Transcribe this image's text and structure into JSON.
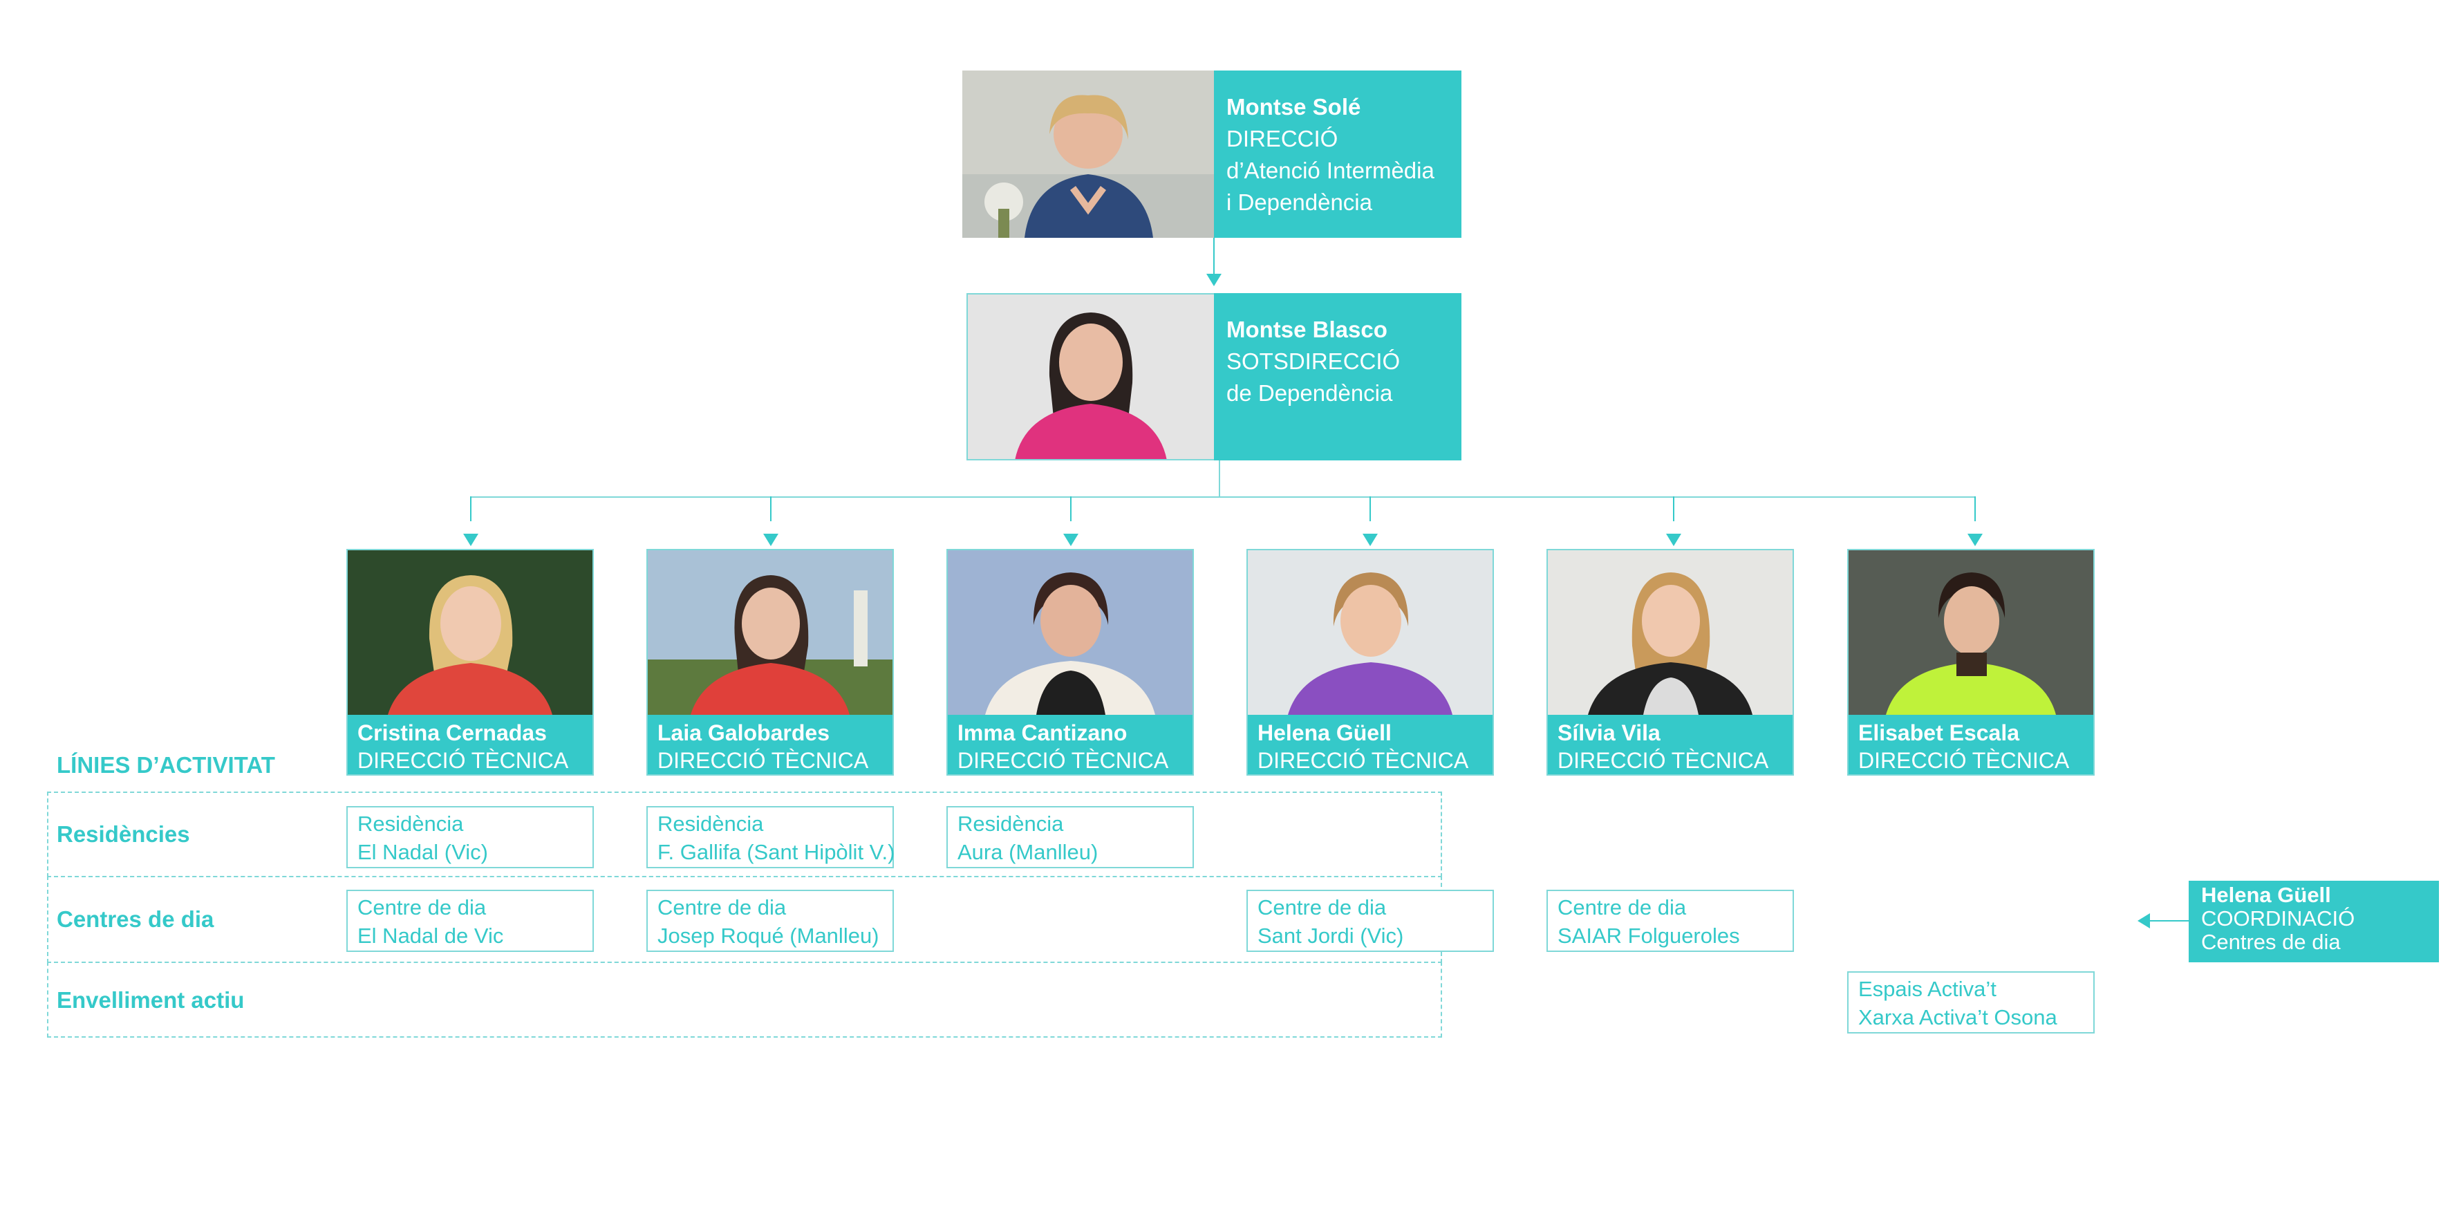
{
  "director": {
    "name": "Montse Solé",
    "role": "DIRECCIÓ",
    "line2": "d’Atenció Intermèdia",
    "line3": "i Dependència"
  },
  "subdirector": {
    "name": "Montse Blasco",
    "role": "SOTSDIRECCIÓ",
    "line2": "de Dependència"
  },
  "managers": [
    {
      "name": "Cristina Cernadas",
      "role": "DIRECCIÓ TÈCNICA"
    },
    {
      "name": "Laia Galobardes",
      "role": "DIRECCIÓ TÈCNICA"
    },
    {
      "name": "Imma Cantizano",
      "role": "DIRECCIÓ TÈCNICA"
    },
    {
      "name": "Helena Güell",
      "role": "DIRECCIÓ TÈCNICA"
    },
    {
      "name": "Sílvia Vila",
      "role": "DIRECCIÓ TÈCNICA"
    },
    {
      "name": "Elisabet Escala",
      "role": "DIRECCIÓ TÈCNICA"
    }
  ],
  "activity_header": "LÍNIES D’ACTIVITAT",
  "categories": {
    "residencies": "Residències",
    "centres": "Centres de dia",
    "envelliment": "Envelliment actiu"
  },
  "services": {
    "res1": {
      "l1": "Residència",
      "l2": "El Nadal (Vic)"
    },
    "res2": {
      "l1": "Residència",
      "l2": "F. Gallifa (Sant Hipòlit V.)"
    },
    "res3": {
      "l1": "Residència",
      "l2": "Aura (Manlleu)"
    },
    "cd1": {
      "l1": "Centre de dia",
      "l2": "El Nadal de Vic"
    },
    "cd2": {
      "l1": "Centre de dia",
      "l2": "Josep Roqué (Manlleu)"
    },
    "cd4": {
      "l1": "Centre de dia",
      "l2": "Sant Jordi (Vic)"
    },
    "cd5": {
      "l1": "Centre de dia",
      "l2": "SAIAR Folgueroles"
    },
    "ea6": {
      "l1": "Espais Activa’t",
      "l2": "Xarxa Activa’t Osona"
    }
  },
  "coordination": {
    "name": "Helena Güell",
    "role": "COORDINACIÓ",
    "area": "Centres de dia"
  },
  "colors": {
    "accent": "#35c9c9",
    "outline": "#7fd8d8"
  }
}
